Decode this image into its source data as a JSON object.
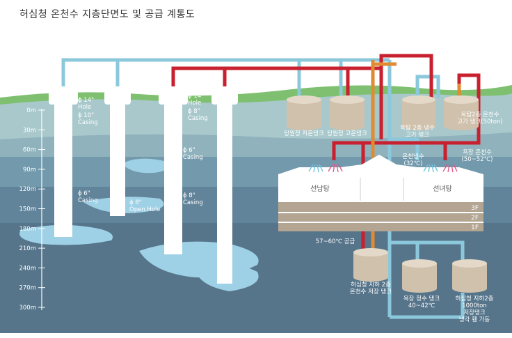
{
  "title": "허심청 온천수 지층단면도 및 공급 계통도",
  "depth_labels": [
    "0m",
    "30m",
    "60m",
    "90m",
    "120m",
    "150m",
    "180m",
    "210m",
    "240m",
    "270m",
    "300m"
  ],
  "well_labels": {
    "w1_hole": "ɸ 14\"\nHole",
    "w1_casing": "ɸ 10\"\nCasing",
    "w2_casing": "ɸ 6\"\nCasing",
    "w2_openhole": "ɸ 8\"\nOpen Hole",
    "w3_hole": "ɸ 14\"\nHole",
    "w3_casing": "ɸ 8\"\nCasing",
    "w4_casing_6": "ɸ 6\"\nCasing",
    "w4_casing_8": "ɸ 8\"\nCasing"
  },
  "tanks": {
    "tangwon_low": "탕원정 저온탱크",
    "tangwon_high": "탕원정 고온탱크",
    "roof_cold": "옥탑 2층 냉수\n고가 탱크",
    "roof_hot": "옥탑2층 온천수\n고가 탱크(50ton)",
    "underground_supply": "허심청 지하 2층\n온천수 저장 탱크",
    "bath_clean": "욕장 정수 탱크\n40~42℃",
    "underground_cooling": "허심청 지하2층\n1000ton\n저장탱크\n냉각 휀 가동"
  },
  "building": {
    "male_bath": "선남탕",
    "female_bath": "선녀탕",
    "floors": [
      "3F",
      "2F",
      "1F"
    ],
    "cold_mix": "온천냉수\n(32℃)",
    "hot_supply": "욕장 온천수\n(50~52℃)",
    "supply_temp": "57~60℃ 공급"
  },
  "colors": {
    "cold_pipe": "#8cc8dc",
    "hot_pipe": "#c8202e",
    "warm_pipe": "#e08a32",
    "ground_grass": "#7fc070",
    "stratum_top": "#a8c8cc",
    "stratum_mid": "#6f95a8",
    "stratum_deep": "#56748a",
    "aquifer": "#9ed0e6",
    "tank": "#d8cbb8"
  }
}
